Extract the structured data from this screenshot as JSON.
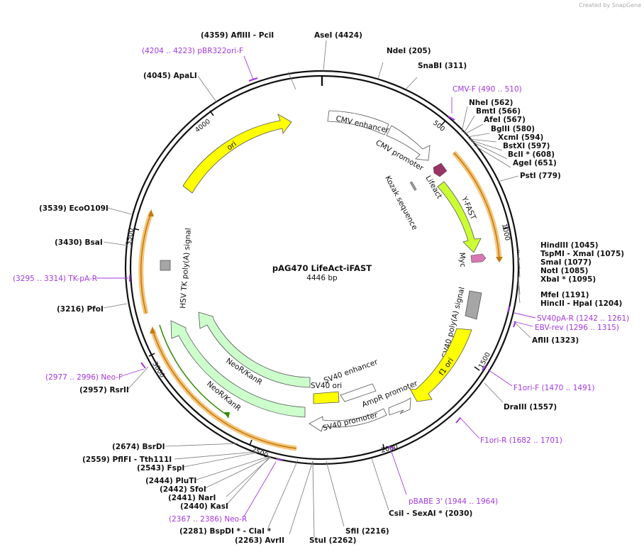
{
  "watermark": "Created by SnapGene",
  "plasmid": {
    "name": "pAG470 LifeAct-iFAST",
    "size": "4446 bp"
  },
  "ticks": [
    "500",
    "1000",
    "1500",
    "2000",
    "2500",
    "3000",
    "3500",
    "4000"
  ],
  "sites": [
    {
      "id": "pcil",
      "label": "(4359)  AflIII  - PciI"
    },
    {
      "id": "asei",
      "label": "AseI  (4424)"
    },
    {
      "id": "ndei",
      "label": "NdeI  (205)"
    },
    {
      "id": "snabi",
      "label": "SnaBI  (311)"
    },
    {
      "id": "nhei",
      "label": "NheI  (562)"
    },
    {
      "id": "bmti",
      "label": "BmtI  (566)"
    },
    {
      "id": "afei",
      "label": "AfeI  (567)"
    },
    {
      "id": "bglii",
      "label": "BglII  (580)"
    },
    {
      "id": "xcmi",
      "label": "XcmI  (594)"
    },
    {
      "id": "bstxi",
      "label": "BstXI  (597)"
    },
    {
      "id": "bcli",
      "label": "BclI *  (608)"
    },
    {
      "id": "agei",
      "label": "AgeI  (651)"
    },
    {
      "id": "psti",
      "label": "PstI  (779)"
    },
    {
      "id": "hindiii",
      "label": "HindIII  (1045)"
    },
    {
      "id": "xmai",
      "label": "TspMI  - XmaI  (1075)"
    },
    {
      "id": "smai",
      "label": "SmaI  (1077)"
    },
    {
      "id": "noti",
      "label": "NotI  (1085)"
    },
    {
      "id": "xbai",
      "label": "XbaI *  (1095)"
    },
    {
      "id": "mfei",
      "label": "MfeI  (1191)"
    },
    {
      "id": "hpai",
      "label": "HincII  - HpaI  (1204)"
    },
    {
      "id": "afliii",
      "label": "AflII  (1323)"
    },
    {
      "id": "draiii",
      "label": "DraIII  (1557)"
    },
    {
      "id": "sexai",
      "label": "CsiI  - SexAI *  (2030)"
    },
    {
      "id": "sfii",
      "label": "SfiI  (2216)"
    },
    {
      "id": "stui",
      "label": "StuI  (2262)"
    },
    {
      "id": "avrii",
      "label": "(2263)  AvrII"
    },
    {
      "id": "clai",
      "label": "(2281)  BspDI *  - ClaI *"
    },
    {
      "id": "kasi",
      "label": "(2440)  KasI"
    },
    {
      "id": "nari",
      "label": "(2441)  NarI"
    },
    {
      "id": "sfoi",
      "label": "(2442)  SfoI"
    },
    {
      "id": "pluti",
      "label": "(2444)  PluTI"
    },
    {
      "id": "fspi",
      "label": "(2543)  FspI"
    },
    {
      "id": "tth111i",
      "label": "(2559)  PflFI  - Tth111I"
    },
    {
      "id": "bsrdi",
      "label": "(2674)  BsrDI"
    },
    {
      "id": "rsrii",
      "label": "(2957)  RsrII"
    },
    {
      "id": "pfoi",
      "label": "(3216)  PfoI"
    },
    {
      "id": "bsai",
      "label": "(3430)  BsaI"
    },
    {
      "id": "eco0109i",
      "label": "(3539)  EcoO109I"
    },
    {
      "id": "apali",
      "label": "(4045)  ApaLI"
    }
  ],
  "primers": [
    {
      "id": "pbr322ori-f",
      "label": "(4204 .. 4223)  pBR322ori-F"
    },
    {
      "id": "cmv-f",
      "label": "CMV-F  (490 .. 510)"
    },
    {
      "id": "sv40pa-r",
      "label": "SV40pA-R  (1242 .. 1261)"
    },
    {
      "id": "ebv-rev",
      "label": "EBV-rev  (1296 .. 1315)"
    },
    {
      "id": "f1ori-f",
      "label": "F1ori-F  (1470 .. 1491)"
    },
    {
      "id": "f1ori-r",
      "label": "F1ori-R  (1682 .. 1701)"
    },
    {
      "id": "pbabe3",
      "label": "pBABE 3'  (1944 .. 1964)"
    },
    {
      "id": "neo-r",
      "label": "(2367 .. 2386)  Neo-R"
    },
    {
      "id": "neo-f",
      "label": "(2977 .. 2996)  Neo-F"
    },
    {
      "id": "tk-pa-r",
      "label": "(3295 .. 3314)  TK-pA-R"
    }
  ],
  "features": [
    {
      "id": "ori",
      "label": "ori",
      "color": "#ffff00"
    },
    {
      "id": "cmv-enhancer",
      "label": "CMV enhancer",
      "color": "#ffffff"
    },
    {
      "id": "cmv-promoter",
      "label": "CMV promoter",
      "color": "#ffffff"
    },
    {
      "id": "lifeact",
      "label": "Lifeact",
      "color": "#993366"
    },
    {
      "id": "kozak",
      "label": "Kozak sequence",
      "color": "#999999"
    },
    {
      "id": "y-fast",
      "label": "Y-FAST",
      "color": "#ccff33"
    },
    {
      "id": "myc",
      "label": "Myc",
      "color": "#d977b3"
    },
    {
      "id": "sv40-polya",
      "label": "SV40 poly(A) signal",
      "color": "#a6a6a6"
    },
    {
      "id": "f1-ori",
      "label": "f1 ori",
      "color": "#ffff00"
    },
    {
      "id": "sv40-enhancer",
      "label": "SV40 enhancer",
      "color": "#ffffff"
    },
    {
      "id": "sv40-ori",
      "label": "SV40 ori",
      "color": "#ffff00"
    },
    {
      "id": "ampr-promoter",
      "label": "AmpR promoter",
      "color": "#ffffff"
    },
    {
      "id": "sv40-promoter",
      "label": "SV40 promoter",
      "color": "#ffffff"
    },
    {
      "id": "neor-inner",
      "label": "NeoR/KanR",
      "color": "#ccffcc"
    },
    {
      "id": "neor-outer",
      "label": "NeoR/KanR",
      "color": "#ccffcc"
    },
    {
      "id": "hsv-tk-polya",
      "label": "HSV TK poly(A) signal",
      "color": "#a6a6a6"
    }
  ],
  "colors": {
    "backbone": "#111111",
    "primer": "#a238e0",
    "orf_highlight": "#f6c57a",
    "orf_line": "#c07a10",
    "neo_line": "#2e8b00"
  }
}
